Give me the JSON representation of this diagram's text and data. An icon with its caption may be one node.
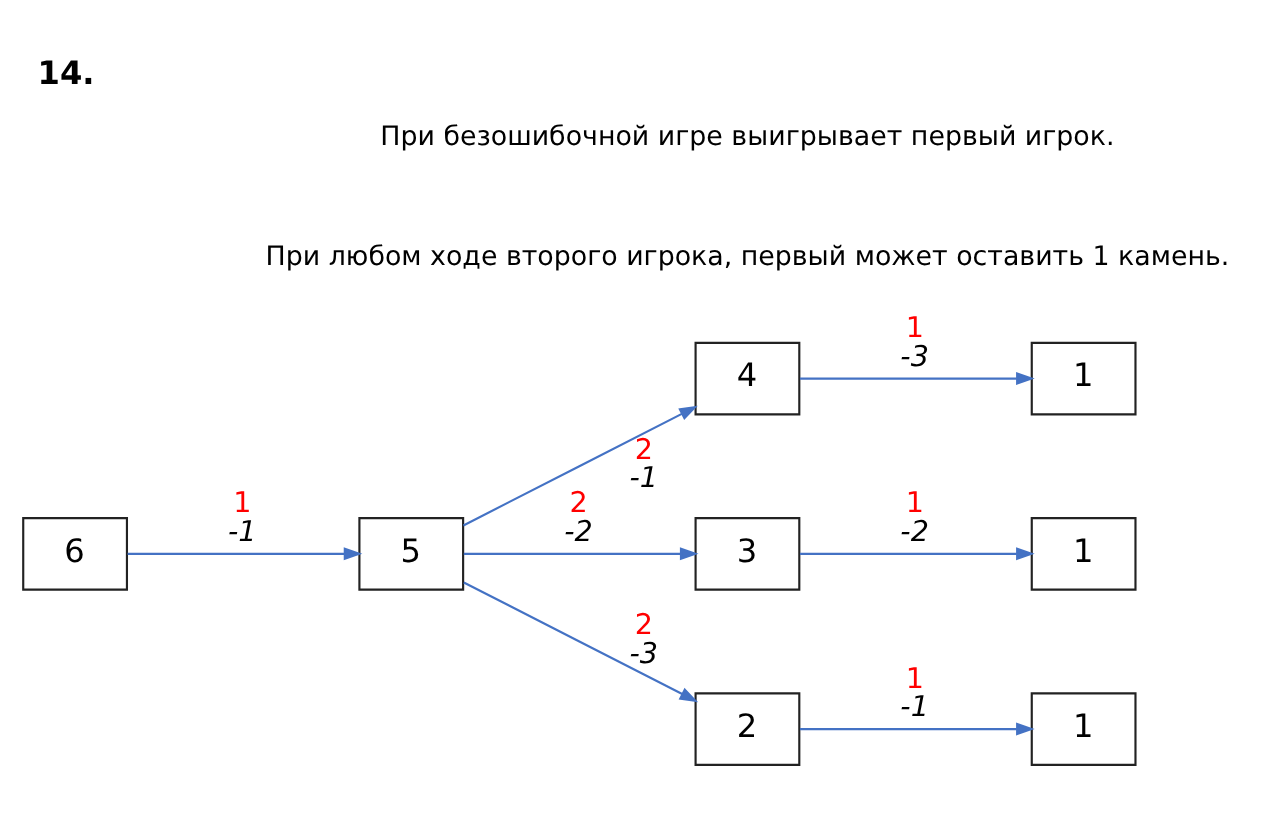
{
  "diagram": {
    "title": "14.",
    "nodes": [
      {
        "text": [
          "6"
        ]
      },
      {
        "text": [
          "5"
        ]
      },
      {
        "text": [
          "4"
        ]
      },
      {
        "text": [
          "3"
        ]
      },
      {
        "text": [
          "2"
        ]
      },
      {
        "text": [
          "1"
        ]
      },
      {
        "text": [
          "1"
        ]
      },
      {
        "text": [
          "1"
        ]
      }
    ],
    "edges": [
      {
        "from": 0,
        "to": 1,
        "arrow": "to",
        "label": "1 -1"
      },
      {
        "from": 1,
        "to": 2,
        "arrow": "to",
        "label": "2 -1"
      },
      {
        "from": 1,
        "to": 3,
        "arrow": "to",
        "label": "2 -2"
      },
      {
        "from": 1,
        "to": 4,
        "arrow": "to",
        "label": "2 -3"
      },
      {
        "from": 2,
        "to": 5,
        "arrow": "to",
        "label": "1 -3"
      },
      {
        "from": 3,
        "to": 6,
        "arrow": "to",
        "label": "1 -2"
      },
      {
        "from": 4,
        "to": 7,
        "arrow": "to",
        "label": "1 -1"
      }
    ],
    "labels": [
      "При безошибочной игре выигрывает первый игрок.",
      "При любом ходе второго игрока, первый может оставить 1 камень."
    ]
  }
}
